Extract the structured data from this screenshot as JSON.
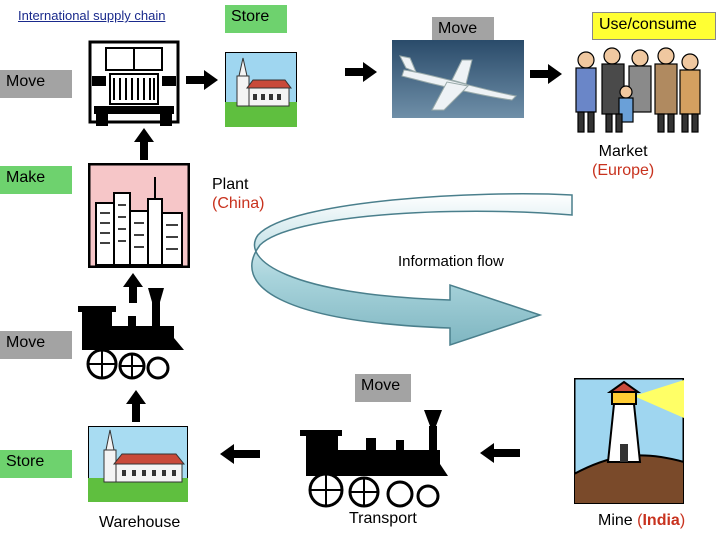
{
  "title": "International supply chain",
  "labels": {
    "store_top": "Store",
    "move_top": "Move",
    "use_consume": "Use/consume",
    "move_left_top": "Move",
    "make": "Make",
    "plant": "Plant",
    "plant_place": "(China)",
    "market": "Market",
    "market_place": "(Europe)",
    "information_flow": "Information flow",
    "move_left_mid": "Move",
    "move_mid": "Move",
    "store_bottom": "Store",
    "warehouse": "Warehouse",
    "transport": "Transport",
    "mine": "Mine",
    "mine_place_open": "(",
    "mine_place": "India",
    "mine_place_close": ")"
  },
  "colors": {
    "green_label": "#6ed26e",
    "yellow_label": "#ffff33",
    "gray_label": "#a3a3a3",
    "red_text": "#c8321e",
    "flow_arrow": "#a9d4dc"
  }
}
